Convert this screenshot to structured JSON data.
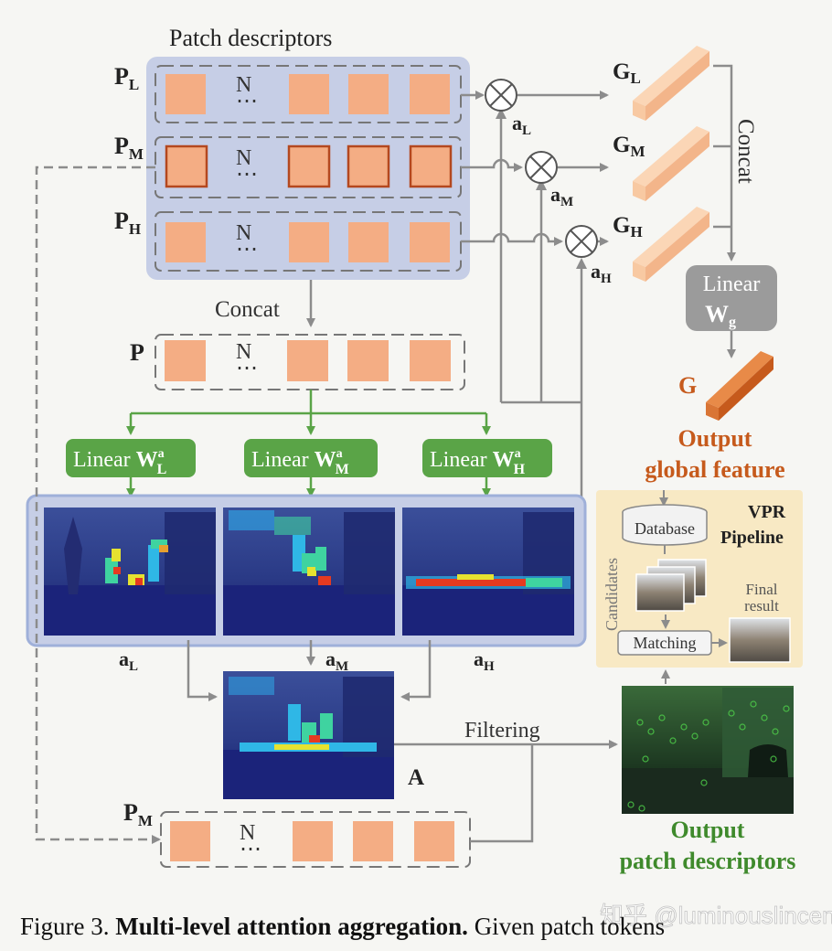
{
  "colors": {
    "patch_fill": "#f4ad84",
    "patch_border_m": "#b4481f",
    "blue_panel": "#c6cee6",
    "blue_border": "#9fb0d9",
    "green": "#5aa447",
    "orange_text": "#c65a1c",
    "green_text": "#3f8a2c",
    "arrow_gray": "#8c8c8c",
    "linear_gray": "#9b9b9b",
    "vpr_panel": "#f8e9c4"
  },
  "patch_descriptors_title": "Patch descriptors",
  "rows": [
    {
      "label": "P",
      "sub": "L",
      "n": "N"
    },
    {
      "label": "P",
      "sub": "M",
      "n": "N"
    },
    {
      "label": "P",
      "sub": "H",
      "n": "N"
    }
  ],
  "concat_label": "Concat",
  "concat_row": {
    "label": "P",
    "n": "N"
  },
  "attention_weights": [
    {
      "label": "a",
      "sub": "L"
    },
    {
      "label": "a",
      "sub": "M"
    },
    {
      "label": "a",
      "sub": "H"
    }
  ],
  "global_features": [
    {
      "label": "G",
      "sub": "L"
    },
    {
      "label": "G",
      "sub": "M"
    },
    {
      "label": "G",
      "sub": "H"
    }
  ],
  "concat_vertical": "Concat",
  "linear_wg": {
    "line1": "Linear",
    "w": "W",
    "sub": "g"
  },
  "output_g": "G",
  "output_global": {
    "line1": "Output",
    "line2": "global feature"
  },
  "linear_boxes": [
    {
      "text": "Linear ",
      "w": "W",
      "sup": "a",
      "sub": "L"
    },
    {
      "text": "Linear ",
      "w": "W",
      "sup": "a",
      "sub": "M"
    },
    {
      "text": "Linear ",
      "w": "W",
      "sup": "a",
      "sub": "H"
    }
  ],
  "heatmap_labels": [
    {
      "label": "a",
      "sub": "L"
    },
    {
      "label": "a",
      "sub": "M"
    },
    {
      "label": "a",
      "sub": "H"
    }
  ],
  "combined_label": "A",
  "filtering_label": "Filtering",
  "bottom_row": {
    "label": "P",
    "sub": "M",
    "n": "N"
  },
  "vpr": {
    "title1": "VPR",
    "title2": "Pipeline",
    "database": "Database",
    "candidates": "Candidates",
    "matching": "Matching",
    "final1": "Final",
    "final2": "result"
  },
  "output_patch": {
    "line1": "Output",
    "line2": "patch descriptors"
  },
  "watermark": "知乎 @luminouslincent",
  "caption": {
    "prefix": "Figure 3. ",
    "bold": "Multi-level attention aggregation.",
    "rest": " Given patch tokens"
  }
}
